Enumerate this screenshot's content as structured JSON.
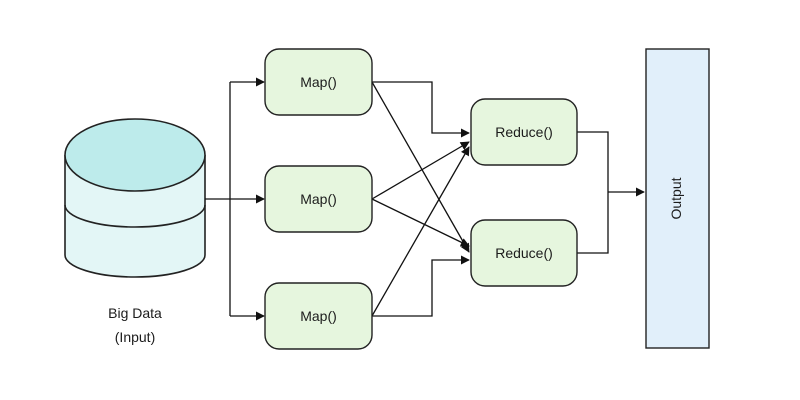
{
  "colors": {
    "map_fill": "#e6f6de",
    "reduce_fill": "#e6f6de",
    "node_stroke": "#222222",
    "output_fill": "#e1effa",
    "cylinder_top": "#bdebeb",
    "cylinder_body": "#e3f6f6",
    "line": "#111111"
  },
  "source": {
    "icon": "database-cylinder-icon",
    "label_line1": "Big Data",
    "label_line2": "(Input)"
  },
  "mappers": [
    {
      "label": "Map()"
    },
    {
      "label": "Map()"
    },
    {
      "label": "Map()"
    }
  ],
  "reducers": [
    {
      "label": "Reduce()"
    },
    {
      "label": "Reduce()"
    }
  ],
  "output": {
    "label": "Output"
  }
}
